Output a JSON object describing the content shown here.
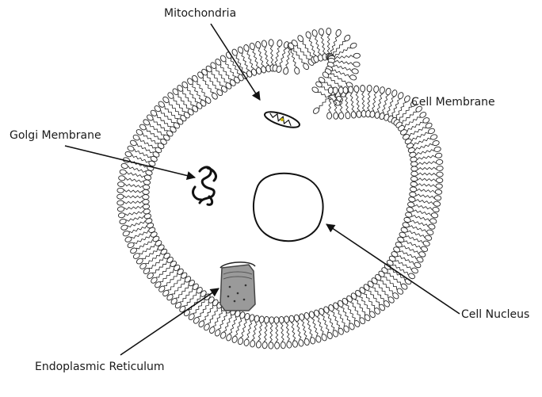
{
  "labels": {
    "mitochondria": "Mitochondria",
    "cell_membrane": "Cell Membrane",
    "golgi_membrane": "Golgi Membrane",
    "cell_nucleus": "Cell Nucleus",
    "endoplasmic_reticulum": "Endoplasmic Reticulum"
  },
  "colors": {
    "line": "#111111",
    "membrane_head": "#ffffff",
    "er_fill": "#9a9a9a",
    "mito_accent": "#c8b400"
  }
}
